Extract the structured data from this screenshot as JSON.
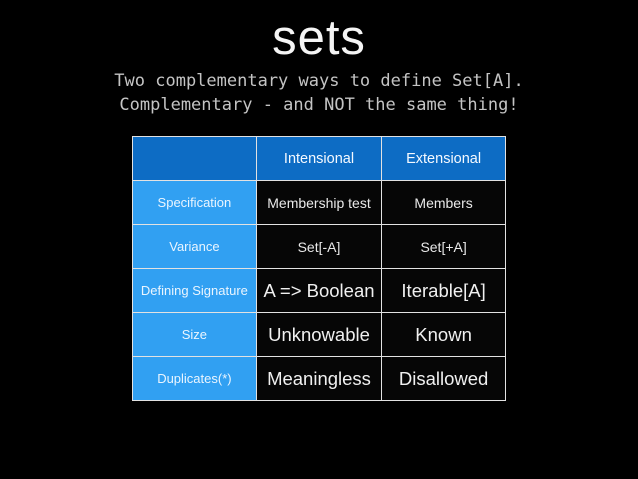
{
  "slide": {
    "title": "sets",
    "subtitle": {
      "line1": "Two complementary ways to define Set[A].",
      "line2": "Complementary - and NOT the same thing!"
    },
    "table": {
      "column_headers": [
        "",
        "Intensional",
        "Extensional"
      ],
      "rows": [
        {
          "label": "Specification",
          "intensional": "Membership test",
          "extensional": "Members"
        },
        {
          "label": "Variance",
          "intensional": "Set[-A]",
          "extensional": "Set[+A]"
        },
        {
          "label": "Defining Signature",
          "intensional": "A => Boolean",
          "extensional": "Iterable[A]"
        },
        {
          "label": "Size",
          "intensional": "Unknowable",
          "extensional": "Known"
        },
        {
          "label": "Duplicates(*)",
          "intensional": "Meaningless",
          "extensional": "Disallowed"
        }
      ]
    },
    "colors": {
      "background": "#000000",
      "header_blue": "#0d6cc4",
      "row_header_blue": "#31a0f2",
      "grid_line": "#e2e2e2",
      "title_text": "#f5f5f5",
      "subtitle_text": "#c4c4c4",
      "cell_text": "#f0f0f0"
    }
  }
}
